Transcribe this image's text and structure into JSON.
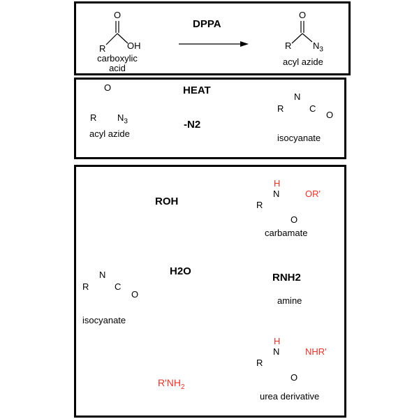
{
  "colors": {
    "highlight": "#e8322a",
    "stroke": "#000000"
  },
  "step1": {
    "reagent": "DPPA",
    "reactant": {
      "atoms": {
        "o": "O",
        "r": "R",
        "oh": "OH"
      },
      "label_line1": "carboxylic",
      "label_line2": "acid"
    },
    "product": {
      "atoms": {
        "o": "O",
        "r": "R",
        "n3": "N",
        "n3_sub": "3"
      },
      "label": "acyl azide"
    }
  },
  "step2": {
    "condition_top": "HEAT",
    "condition_bottom": "-N2",
    "reactant": {
      "atoms": {
        "o": "O",
        "r": "R",
        "n3": "N",
        "n3_sub": "3"
      },
      "label": "acyl azide"
    },
    "product": {
      "atoms": {
        "r": "R",
        "n": "N",
        "c": "C",
        "o": "O"
      },
      "label": "isocyanate"
    }
  },
  "step3": {
    "start": {
      "atoms": {
        "r": "R",
        "n": "N",
        "c": "C",
        "o": "O"
      },
      "label": "isocyanate"
    },
    "branch_alcohol": {
      "reagent": "ROH",
      "product": {
        "atoms": {
          "h": "H",
          "n": "N",
          "r": "R",
          "or": "OR'",
          "o": "O"
        },
        "label": "carbamate"
      }
    },
    "branch_water": {
      "reagent": "H2O",
      "product_formula": "RNH2",
      "label": "amine"
    },
    "branch_amine": {
      "reagent_main": "R'NH",
      "reagent_sub": "2",
      "product": {
        "atoms": {
          "h": "H",
          "n": "N",
          "r": "R",
          "nhr": "NHR'",
          "o": "O"
        },
        "label": "urea derivative"
      }
    }
  }
}
